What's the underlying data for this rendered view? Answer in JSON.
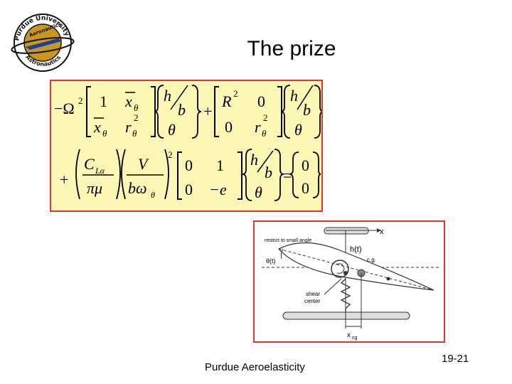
{
  "slide": {
    "title": "The prize",
    "footer": "Purdue Aeroelasticity",
    "page_number": "19-21"
  },
  "logo": {
    "top_text": "Purdue University",
    "left_text": "Aeronautics",
    "bottom_text": "Astronautics"
  },
  "equation": {
    "row1": {
      "leading": "−Ω",
      "exp2": "2",
      "m1": {
        "a11": "1",
        "a12": "x",
        "a12_sub": "θ",
        "a21": "x",
        "a21_sub": "θ",
        "a22": "r",
        "a22_sub": "θ",
        "a22_sup": "2"
      },
      "vec": {
        "v1": "h",
        "v1_den": "b",
        "v2": "θ"
      },
      "plus": "+",
      "m2": {
        "a11": "R",
        "a11_sup": "2",
        "a12": "0",
        "a21": "0",
        "a22": "r",
        "a22_sub": "θ",
        "a22_sup": "2"
      }
    },
    "row2": {
      "plus": "+",
      "f1_num": "C",
      "f1_num_sub": "Lα",
      "f1_den": "πμ",
      "f2_num": "V",
      "f2_den": "bω",
      "f2_den_sub": "θ",
      "exp2": "2",
      "m3": {
        "a11": "0",
        "a12": "1",
        "a21": "0",
        "a22": "−e"
      },
      "eq": "=",
      "rhs": {
        "r1": "0",
        "r2": "0"
      }
    }
  },
  "figure": {
    "label_x": "x",
    "label_restrict": "restrict to small angle",
    "label_h": "h(t)",
    "label_cg": "c.g.",
    "label_theta": "θ(t)",
    "label_shear_1": "shear",
    "label_shear_2": "center",
    "label_xcg": "x",
    "label_xcg_sub": "cg"
  },
  "colors": {
    "box_border": "#e0352a",
    "box_fill": "#fcf7b4",
    "logo_gold": "#c9961e",
    "logo_blue": "#1b3f9b"
  }
}
